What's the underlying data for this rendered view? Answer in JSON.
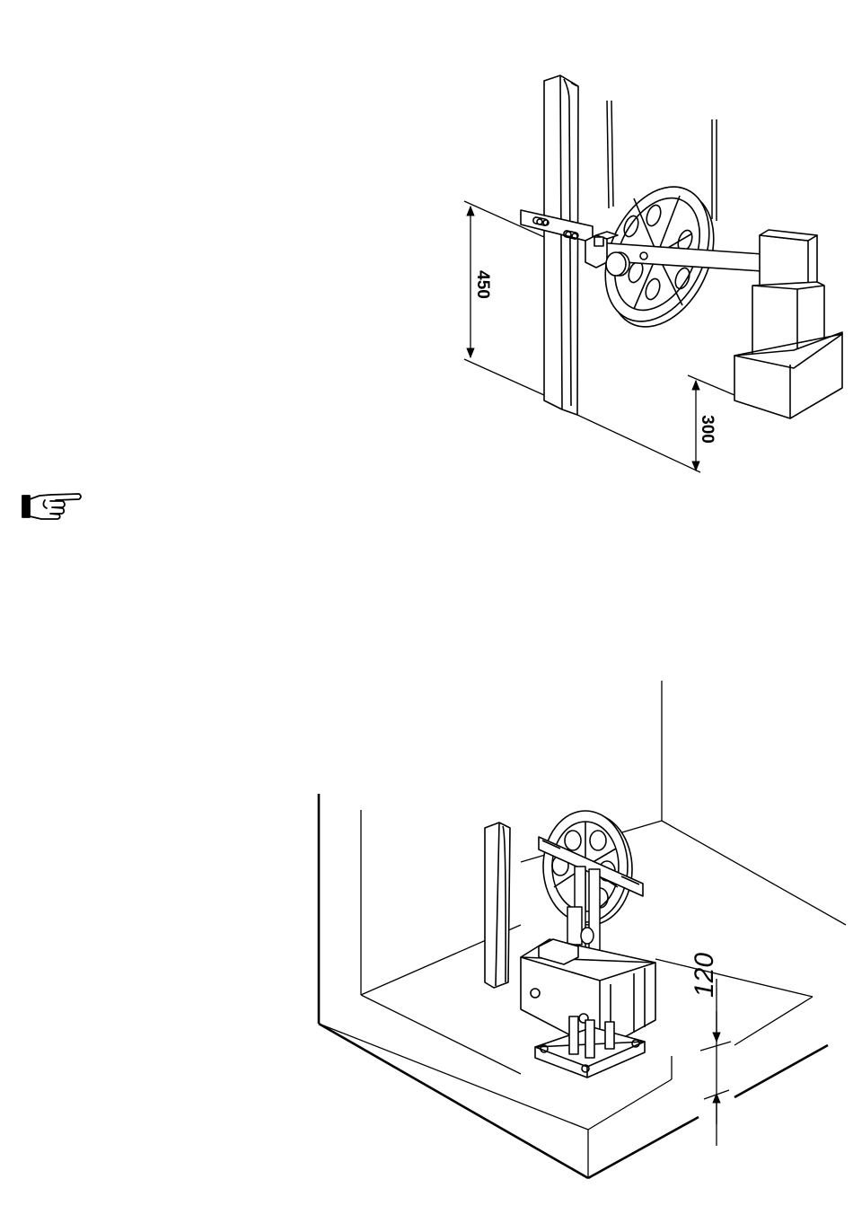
{
  "figure_top": {
    "dim_height": "450",
    "dim_base": "300"
  },
  "figure_bottom": {
    "dim_base": "120"
  },
  "icons": {
    "note": "pointing-hand-icon"
  },
  "colors": {
    "line": "#000000",
    "background": "#ffffff",
    "fill": "#ffffff"
  }
}
